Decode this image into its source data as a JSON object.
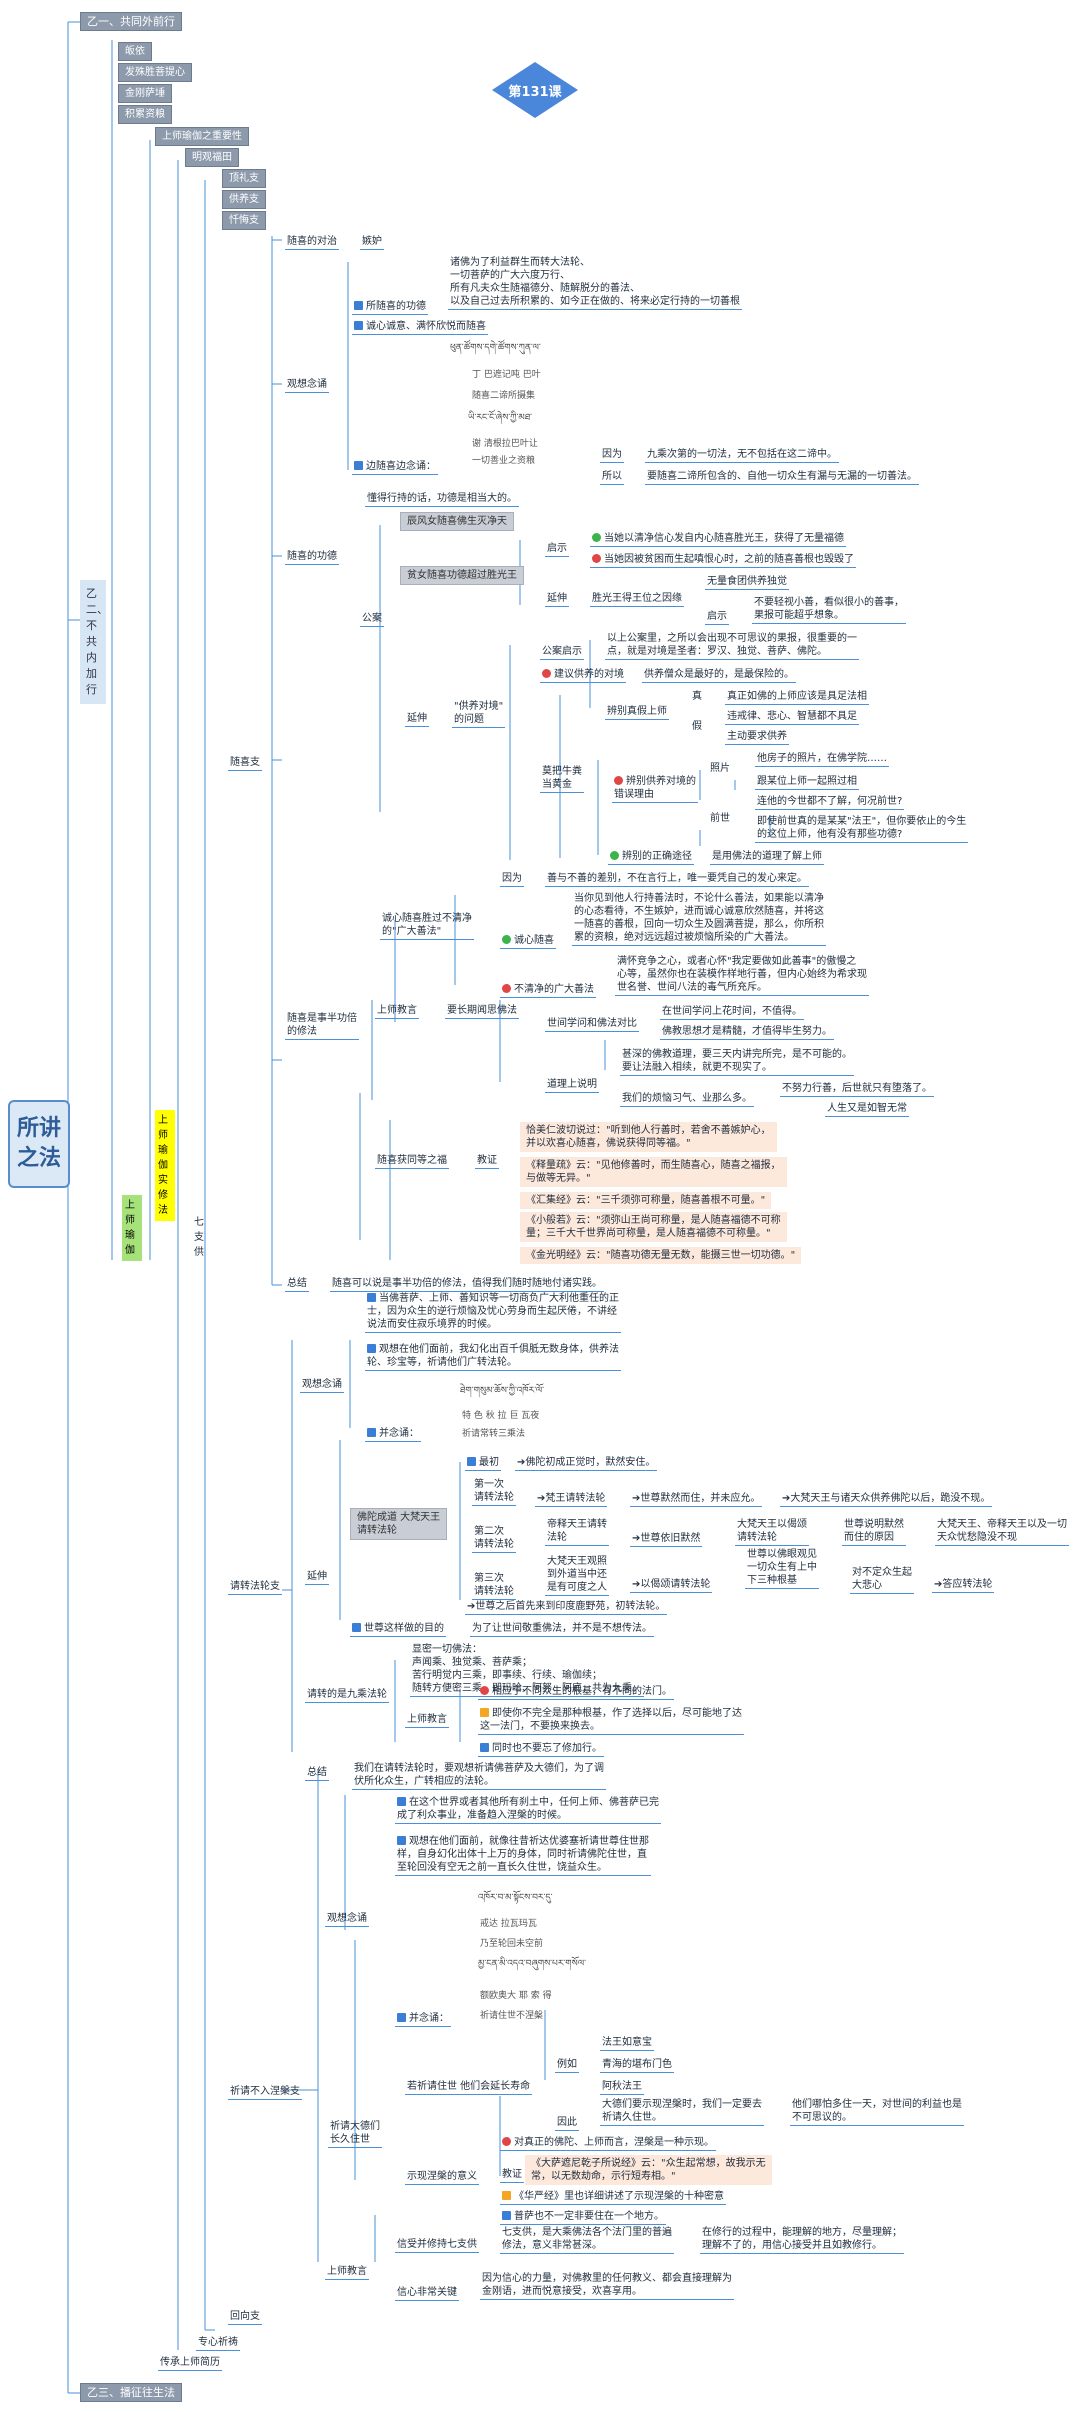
{
  "title_badge": "第131课",
  "root": "所讲之法",
  "top": {
    "yi1": "乙一、共同外前行",
    "yi2": "乙二、不共内加行",
    "yi3": "乙三、播征往生法"
  },
  "col2": {
    "c1": "皈依",
    "c2": "发殊胜菩提心",
    "c3": "金刚萨埵",
    "c4": "积累资粮",
    "c5": "上师瑜伽之重要性",
    "c6": "明观福田",
    "c7": "顶礼支",
    "c8": "供养支",
    "c9": "忏悔支",
    "sh": "上师瑜伽",
    "shs": "上师瑜伽实修法",
    "qz": "七支供",
    "ht": "回向支",
    "zx": "专心祈祷",
    "cc": "传承上师简历"
  },
  "sui": {
    "label": "随喜支",
    "dx": "随喜的对治",
    "dx_v": "嫉妒",
    "gc": "观想念诵",
    "gd": "所随喜的功德",
    "gd_v": "诸佛为了利益群生而转大法轮、\n一切菩萨的广大六度万行、\n所有凡夫众生随福德分、随解脱分的善法、\n以及自己过去所积累的、如今正在做的、将来必定行持的一切善根",
    "cx": "诚心诚意、满怀欣悦而随喜",
    "tib1": "ཕུན་ཚོགས་དགེ་ཚོགས་ཀུན་ལ་",
    "ph1": "丁  巴遮记吨  巴叶",
    "cn1": "随喜二谛所摄集",
    "tib2": "ཡི་རང་ངོ་ཞེས་ཀྱི་མཐ་",
    "ph2": "谢  清根拉巴叶让",
    "cn2": "一切善业之资粮",
    "bs": "边随喜边念诵：",
    "yw": "因为",
    "yw_v": "九乘次第的一切法，无不包括在这二谛中。",
    "sy": "所以",
    "sy_v": "要随喜二谛所包含的、自他一切众生有漏与无漏的一切善法。",
    "gd2": "随喜的功德",
    "gd2_v": "懂得行持的话，功德是相当大的。",
    "ga": "公案",
    "ga1": "辰风女随喜佛生灭净天",
    "ga2": "贫女随喜功德超过胜光王",
    "qs": "启示",
    "qs1": "当她以清净信心发自内心随喜胜光王，获得了无量福德",
    "qs2": "当她因被贫困而生起嗔恨心时，之前的随喜善根也毁毁了",
    "ys": "延伸",
    "ys_v": "胜光王得王位之因缘",
    "yq1": "无量食团供养独觉",
    "yq2": "启示",
    "yq3": "不要轻视小善，看似很小的善事，\n果报可能超乎想象。",
    "gb": "供养对境",
    "ys2": "延伸",
    "gb_v": "\"供养对境\"\n的问题",
    "gq": "公案启示",
    "gq_v": "以上公案里，之所以会出现不可思议的果报，很重要的一\n点，就是对境是圣者：罗汉、独觉、菩萨、佛陀。",
    "jy": "建议供养的对境",
    "jy_v": "供养僧众是最好的，是最保险的。",
    "bz": "辨别真假上师",
    "zz": "真",
    "zz_v": "真正如佛的上师应该是具足法相",
    "jj": "假",
    "jj1": "违戒律、悲心、智慧都不具足",
    "jj2": "主动要求供养",
    "mb": "莫把牛粪\n当黄金",
    "bb": "辨别供养对境的\n错误理由",
    "zp": "照片",
    "zp1": "他房子的照片，在佛学院……",
    "zp2": "跟某位上师一起照过相",
    "qs3": "前世",
    "qs3_1": "连他的今世都不了解，何况前世?",
    "qs3_2": "即使前世真的是某某\"法王\"，但你要依止的今生\n的这位上师，他有没有那些功德?",
    "bzz": "辨别的正确途径",
    "bzz_v": "是用佛法的道理了解上师",
    "cx2": "诚心随喜胜过不清净\n的\"广大善法\"",
    "yw2": "因为",
    "yw2_v": "善与不善的差别，不在言行上，唯一要凭自己的发心来定。",
    "cxsx": "诚心随喜",
    "cxsx_v": "当你见到他人行持善法时，不论什么善法，如果能以清净\n的心态看待，不生嫉妒，进而诚心诚意欣然随喜，并将这\n一随喜的善根，回向一切众生及圆满菩提，那么，你所积\n累的资粮，绝对远远超过被烦恼所染的广大善法。",
    "bqj": "不清净的广大善法",
    "bqj_v": "满怀竞争之心，或者心怀\"我定要做如此善事\"的傲慢之\n心等，虽然你也在装模作样地行善，但内心始终为希求现\n世名誉、世间八法的毒气所充斥。",
    "sxs": "随喜是事半功倍\n的修法",
    "sj": "上师教言",
    "yc": "要长期闻思佛法",
    "sj2": "世间学问和佛法对比",
    "sj2_1": "在世间学问上花时间，不值得。",
    "sj2_2": "佛教思想才是精髓，才值得毕生努力。",
    "dl": "道理上说明",
    "dl1": "甚深的佛教道理，要三天内讲完所完，是不可能的。\n要让法融入相续，就更不现实了。",
    "dl2": "我们的烦恼习气、业那么多。",
    "dl2_1": "不努力行善，后世就只有堕落了。",
    "dl2_2": "人生又是如智无常",
    "sxh": "随喜获同等之福",
    "jz": "教证",
    "jz1": "恰美仁波切说过：\"听到他人行善时，若舍不善嫉妒心，\n并以欢喜心随喜，佛说获得同等福。\"",
    "jz2": "《释量疏》云：\"见他修善时，而生随喜心，随喜之福报，\n与做等无异。\"",
    "jz3": "《汇集经》云：\"三千须弥可称量，随喜善根不可量。\"",
    "jz4": "《小般若》云：\"须弥山王尚可称量，是人随喜福德不可称\n量；三千大千世界尚可称量，是人随喜福德不可称量。\"",
    "jz5": "《金光明经》云：\"随喜功德无量无数，能摄三世一切功德。\"",
    "zj": "总结",
    "zj_v": "随喜可以说是事半功倍的修法，值得我们随时随地付诸实践。"
  },
  "qing": {
    "label": "请转法轮支",
    "gc": "观想念诵",
    "t1": "当佛菩萨、上师、善知识等一切商负广大利他重任的正\n士，因为众生的逆行烦恼及忧心劳身而生起厌倦，不讲经\n说法而安住寂乐境界的时候。",
    "t2": "观想在他们面前，我幻化出百千俱胝无数身体，供养法\n轮、珍宝等，祈请他们广转法轮。",
    "tib": "ཐེག་གསུམ་ཆོས་ཀྱི་འཁོར་ལོ་",
    "ph": "特  色  秋  拉  巨  瓦夜",
    "cn": "祈请常转三乘法",
    "bn": "并念诵：",
    "ys": "延伸",
    "fc": "佛陀成道 大梵天王\n请转法轮",
    "zc": "最初",
    "zc_v": "佛陀初成正觉时，默然安住。",
    "d1": "第一次\n请转法轮",
    "d1a": "梵王请转法轮",
    "d1b": "世尊默然而住，并未应允。",
    "d1c": "大梵天王与诸天众供养佛陀以后，跪没不现。",
    "d2": "第二次\n请转法轮",
    "d2a": "帝释天王请转\n法轮",
    "d2b": "世尊依旧默然",
    "d2c": "大梵天王以偈颂\n请转法轮",
    "d2d": "世尊说明默然\n而住的原因",
    "d2e": "大梵天王、帝释天王以及一切\n天众忧愁隐没不现",
    "d3": "第三次\n请转法轮",
    "d3a": "大梵天王观照\n到外道当中还\n是有可度之人",
    "d3b": "以偈颂请转法轮",
    "d3c": "世尊以佛眼观见\n一切众生有上中\n下三种根基",
    "d3d": "对不定众生起\n大悲心",
    "d3e": "答应转法轮",
    "zh": "世尊之后首先来到印度鹿野苑，初转法轮。",
    "ws": "世尊这样做的目的",
    "ws_v": "为了让世间敬重佛法，并不是不想传法。",
    "jc": "请转的是九乘法轮",
    "jc0": "显密一切佛法:",
    "jc1": "显密一切佛法：\n声闻乘、独觉乘、菩萨乘；\n苦行明觉内三乘，即事续、行续、瑜伽续；\n随转方便密三乘，即玛哈、阿努、阿底，共为九乘。",
    "sj": "上师教言",
    "sj1": "相应于不同众生的根基，有不同的法门。",
    "sj2": "即使你不完全是那种根基，作了选择以后，尽可能地了达\n这一法门，不要换来换去。",
    "sj3": "同时也不要忘了修加行。",
    "zj": "总结",
    "zj_v": "我们在请转法轮时，要观想祈请佛菩萨及大德们，为了调\n伏所化众生，广转相应的法轮。"
  },
  "qz": {
    "label": "祈请不入涅槃支",
    "gc": "观想念诵",
    "t1": "在这个世界或者其他所有刹土中，任何上师、佛菩萨已完\n成了利众事业，准备趋入涅槃的时候。",
    "t2": "观想在他们面前，就像往昔祈达优婆塞祈请世尊住世那\n样，自身幻化出体十上万的身体，同时祈请佛陀住世，直\n至轮回没有空无之前一直长久住世，饶益众生。",
    "tib1": "འཁོར་བ་མ་སྟོངས་བར་དུ་",
    "ph1": "戒达  拉瓦玛瓦",
    "cn1": "乃至轮回未空前",
    "tib2": "མྱ་ངན་མི་འདའ་བཞུགས་པར་གསོལ་",
    "ph2": "额欧奥大  耶  索  得",
    "cn2": "祈请住世不涅槃",
    "bn": "并念诵：",
    "zq": "祈请大德们\n长久住世",
    "rg": "若祈请住世 他们会延长寿命",
    "ly": "例如",
    "ly1": "法王如意宝",
    "ly2": "青海的堪布门色",
    "ly3": "阿秋法王",
    "yc": "因此",
    "yc_v": "大德们要示现涅槃时，我们一定要去\n祈请久住世。",
    "yc_v2": "他们哪怕多住一天，对世间的利益也是\n不可思议的。",
    "sx": "示现涅槃的意义",
    "sx1": "对真正的佛陀、上师而言，涅槃是一种示现。",
    "jz": "教证",
    "sx2": "《大萨遮尼乾子所说经》云：\"众生起常想，故我示无\n常，以无数劫命，示行短寿相。\"",
    "sx3": "《华严经》里也详细讲述了示现涅槃的十种密意",
    "sx4": "普萨也不一定非要住在一个地方。",
    "sj": "上师教言",
    "xs": "信受并修持七支供",
    "xs_v": "七支供，是大乘佛法各个法门里的普遍\n修法，意义非常甚深。",
    "xs2": "在修行的过程中，能理解的地方，尽量理解；\n理解不了的，用信心接受并且如教修行。",
    "xx": "信心非常关键",
    "xx_v": "因为信心的力量，对佛教里的任何教义、都会直接理解为\n金刚语，进而悦意接受，欢喜享用。"
  }
}
